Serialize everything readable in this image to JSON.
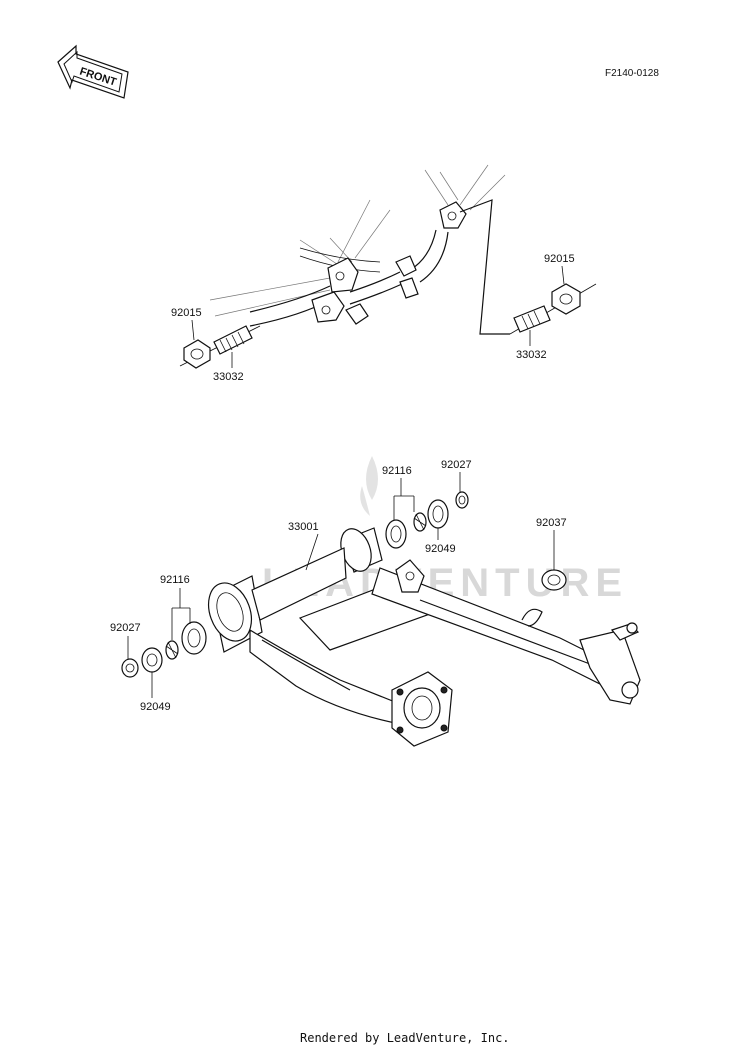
{
  "reference_code": "F2140-0128",
  "front_arrow_label": "FRONT",
  "watermark": "LEADVENTURE",
  "footer": "Rendered by LeadVenture, Inc.",
  "parts": {
    "p92015_left": "92015",
    "p33032_left": "33032",
    "p92015_right": "92015",
    "p33032_right": "33032",
    "p92116_top": "92116",
    "p92027_top": "92027",
    "p92049_top": "92049",
    "p33001": "33001",
    "p92037": "92037",
    "p92116_left": "92116",
    "p92027_left": "92027",
    "p92049_left": "92049"
  }
}
